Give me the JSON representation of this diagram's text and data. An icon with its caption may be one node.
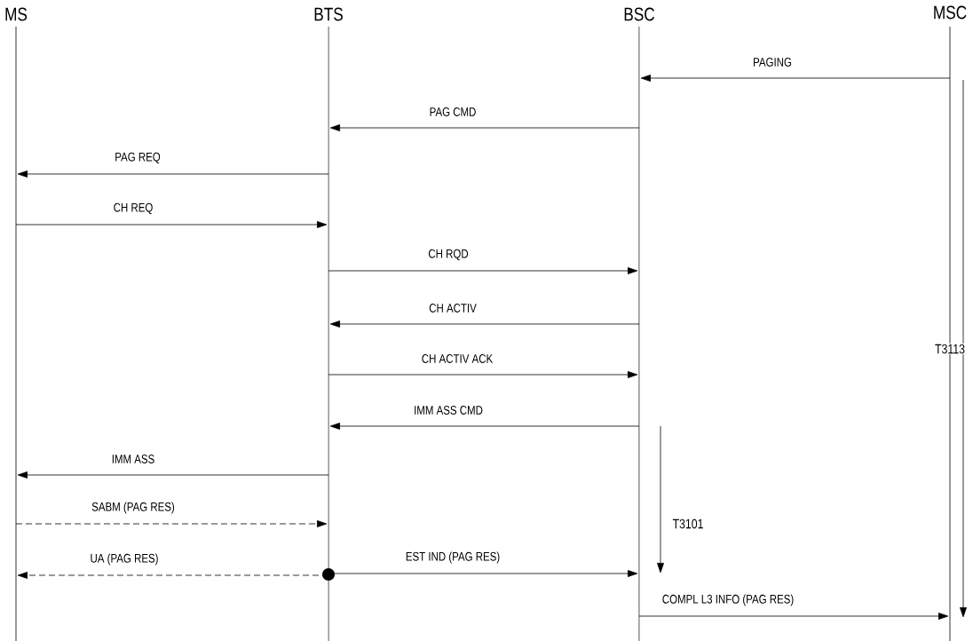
{
  "diagram": {
    "nodes": [
      {
        "text": [
          "MS"
        ]
      },
      {
        "text": [
          "BTS"
        ]
      },
      {
        "text": [
          "BSC"
        ]
      },
      {
        "text": [
          "MSC"
        ]
      }
    ],
    "edges": [
      {
        "from": 3,
        "to": 2,
        "arrow": "to",
        "label": "PAGING"
      },
      {
        "from": 2,
        "to": 1,
        "arrow": "to",
        "label": "PAG CMD"
      },
      {
        "from": 1,
        "to": 0,
        "arrow": "to",
        "label": "PAG REQ"
      },
      {
        "from": 0,
        "to": 1,
        "arrow": "to",
        "label": "CH REQ"
      },
      {
        "from": 1,
        "to": 2,
        "arrow": "to",
        "label": "CH RQD"
      },
      {
        "from": 2,
        "to": 1,
        "arrow": "to",
        "label": "CH ACTIV"
      },
      {
        "from": 1,
        "to": 2,
        "arrow": "to",
        "label": "CH ACTIV ACK"
      },
      {
        "from": 2,
        "to": 1,
        "arrow": "to",
        "label": "IMM ASS CMD"
      },
      {
        "from": 1,
        "to": 0,
        "arrow": "to",
        "label": "IMM ASS"
      },
      {
        "from": 0,
        "to": 1,
        "arrow": "to",
        "label": "SABM (PAG RES)",
        "style": "dashed"
      },
      {
        "from": 1,
        "to": 0,
        "arrow": "to",
        "label": "UA (PAG RES)",
        "style": "dashed"
      },
      {
        "from": 1,
        "to": 2,
        "arrow": "to",
        "label": "EST IND (PAG RES)"
      },
      {
        "from": 2,
        "to": 3,
        "arrow": "to",
        "label": "COMPL L3 INFO (PAG RES)"
      }
    ],
    "labels": [
      "T3113",
      "T3101"
    ]
  }
}
